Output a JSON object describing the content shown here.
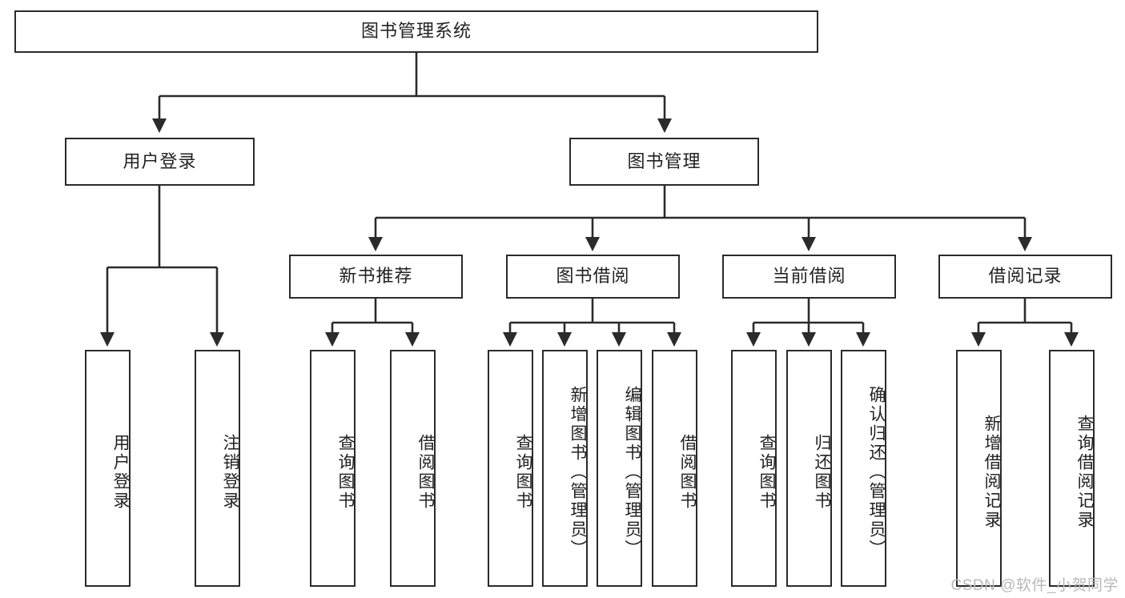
{
  "diagram": {
    "type": "tree-hierarchy-chart",
    "title": "图书管理系统",
    "colors": {
      "box_border": "#2b2b2b",
      "box_fill": "#ffffff",
      "edge": "#2b2b2b",
      "text": "#222222",
      "watermark": "#b9b9b9",
      "background": "#ffffff"
    },
    "root": {
      "label": "图书管理系统"
    },
    "level2": [
      {
        "label": "用户登录"
      },
      {
        "label": "图书管理"
      }
    ],
    "level3": [
      {
        "label": "新书推荐"
      },
      {
        "label": "图书借阅"
      },
      {
        "label": "当前借阅"
      },
      {
        "label": "借阅记录"
      }
    ],
    "leaves": {
      "user_login": [
        {
          "label": "用户登录"
        },
        {
          "label": "注销登录"
        }
      ],
      "new_book_recommend": [
        {
          "label": "查询图书"
        },
        {
          "label": "借阅图书"
        }
      ],
      "book_borrow": [
        {
          "label": "查询图书"
        },
        {
          "label": "新增图书（管理员）"
        },
        {
          "label": "编辑图书（管理员）"
        },
        {
          "label": "借阅图书"
        }
      ],
      "current_borrow": [
        {
          "label": "查询图书"
        },
        {
          "label": "归还图书"
        },
        {
          "label": "确认归还（管理员）"
        }
      ],
      "borrow_record": [
        {
          "label": "新增借阅记录"
        },
        {
          "label": "查询借阅记录"
        }
      ]
    },
    "watermark": "CSDN @软件_小贺同学"
  }
}
